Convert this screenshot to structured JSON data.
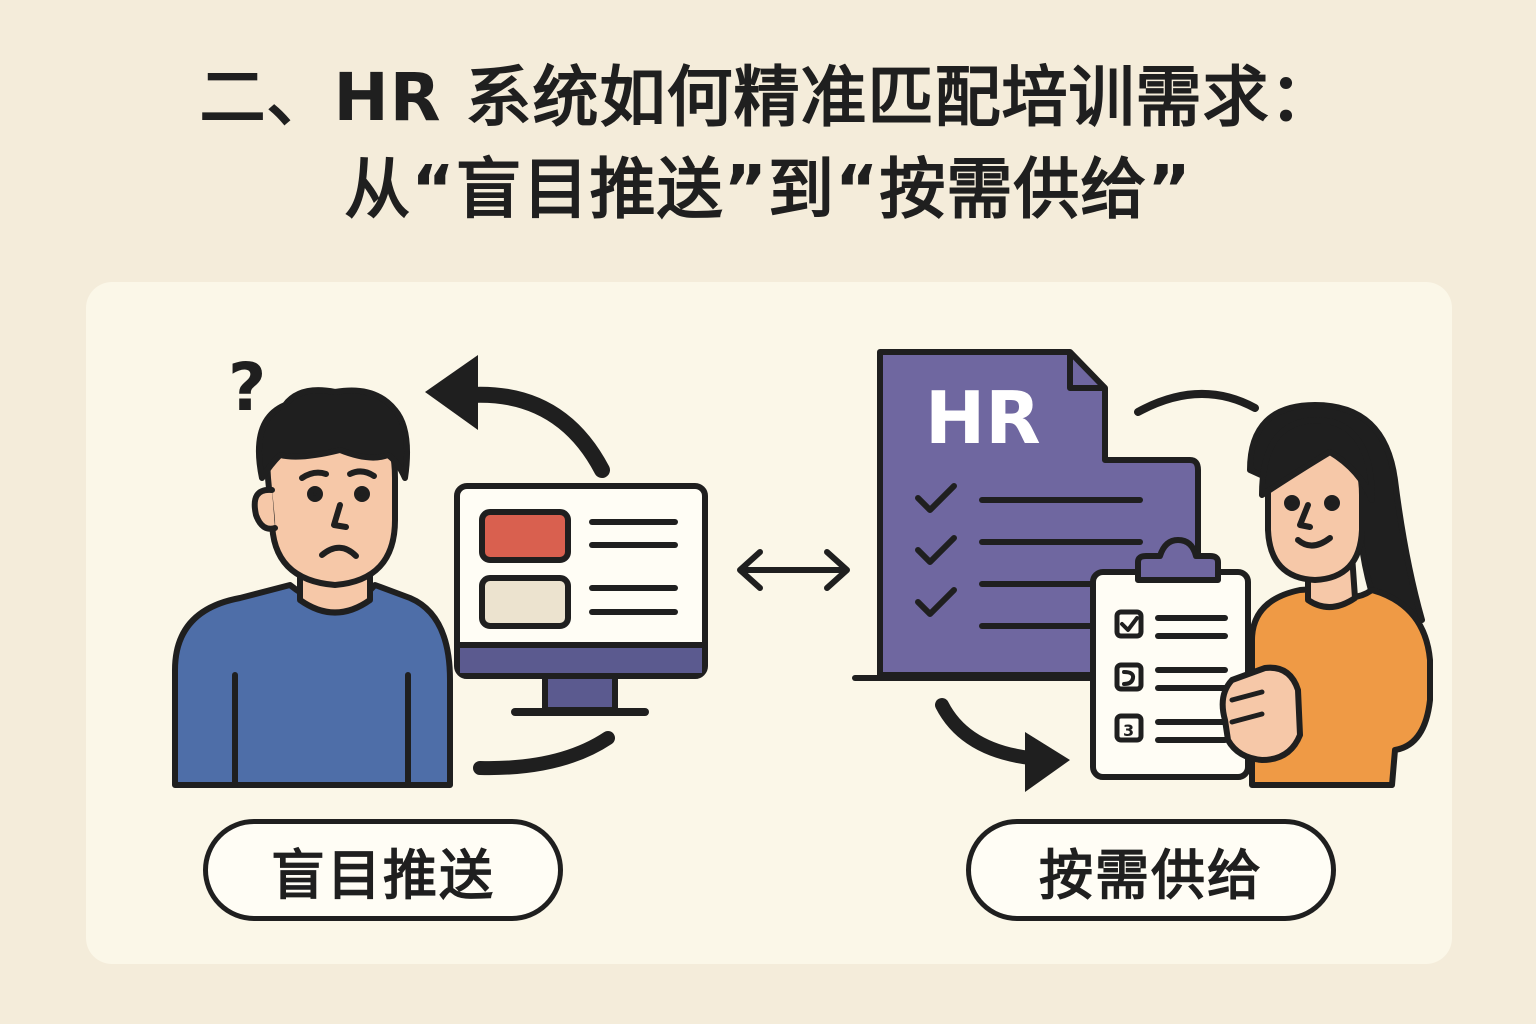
{
  "title": {
    "line1": "二、HR 系统如何精准匹配培训需求：",
    "line2": "从“盲目推送”到“按需供给”"
  },
  "left": {
    "label": "盲目推送",
    "question_mark": "?",
    "colors": {
      "shirt": "#4e6ea8",
      "card_red": "#d9604f",
      "card_beige": "#ece3cf",
      "monitor_base": "#5b5a8f"
    }
  },
  "right": {
    "label": "按需供给",
    "doc_label": "HR",
    "checklist_numbers": [
      "3"
    ],
    "colors": {
      "document": "#6f67a0",
      "shirt": "#ef9a45"
    }
  },
  "icons": [
    "question-mark-icon",
    "curved-arrow-icon",
    "monitor-icon",
    "double-arrow-icon",
    "hr-document-icon",
    "clipboard-icon",
    "checkmark-icon"
  ]
}
